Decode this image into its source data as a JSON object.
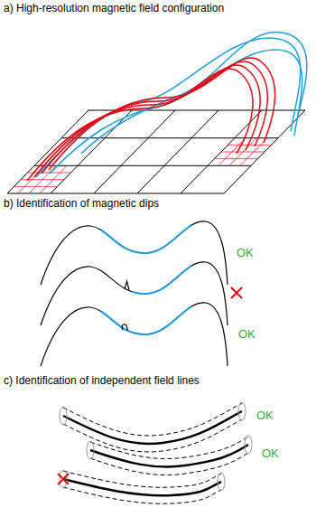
{
  "diagram": {
    "labels": [
      "a) High-resolution magnetic field configuration",
      "b) Identification of magnetic dips",
      "OK",
      "OK",
      "c) Identification of independent field lines",
      "OK",
      "OK"
    ]
  }
}
